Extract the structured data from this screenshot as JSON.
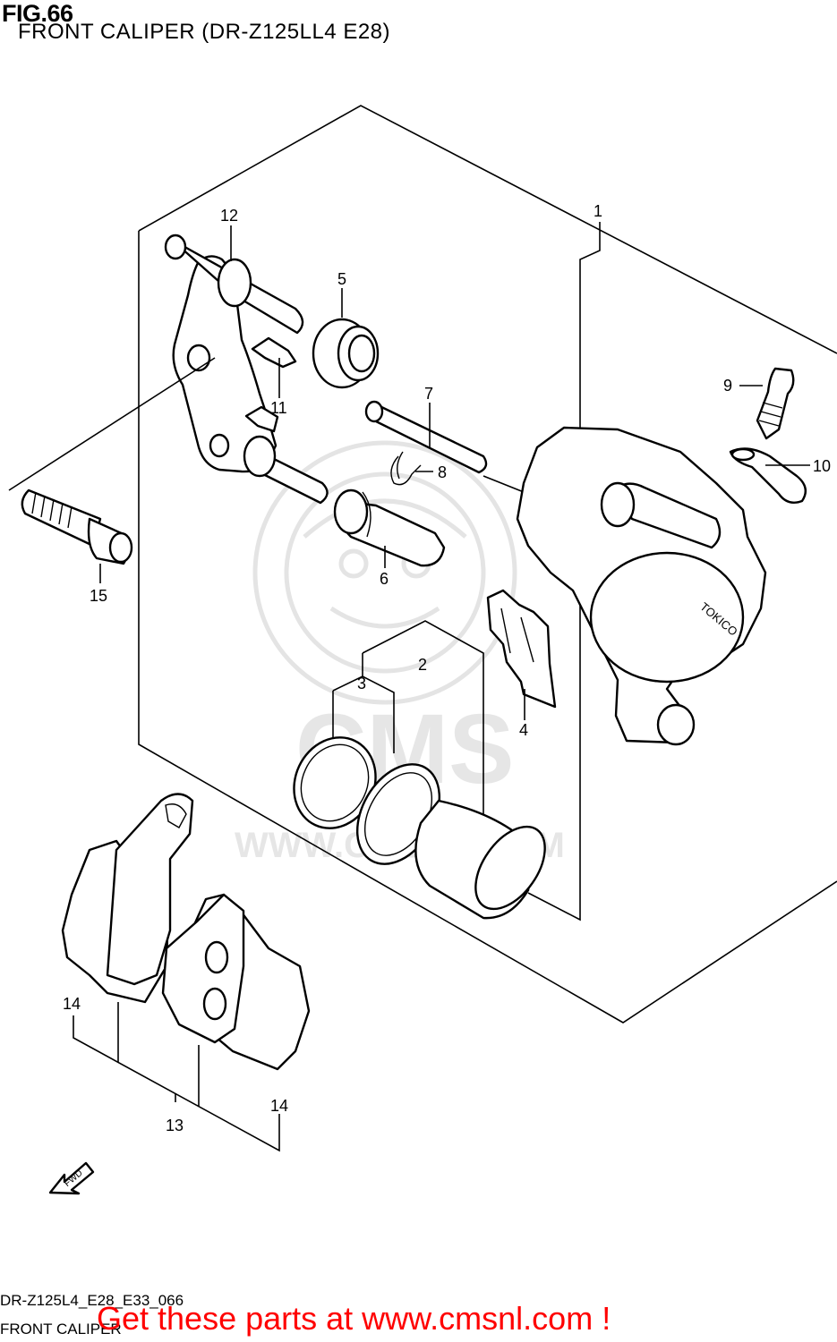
{
  "figure": {
    "number": "FIG.66",
    "title": "FRONT CALIPER (DR-Z125LL4 E28)"
  },
  "watermark": {
    "brand": "CMS",
    "url": "WWW.CMSNL.COM"
  },
  "brand_marking": "TOKICO",
  "direction_label": "FWD",
  "callouts": [
    "1",
    "2",
    "3",
    "4",
    "5",
    "6",
    "7",
    "8",
    "9",
    "10",
    "11",
    "12",
    "13",
    "14",
    "14",
    "15"
  ],
  "footer": {
    "code": "DR-Z125L4_E28_E33_066",
    "name": "FRONT CALIPER",
    "promo": "Get these parts at www.cmsnl.com !"
  },
  "colors": {
    "line": "#000000",
    "promo": "#ff0000",
    "watermark": "#e4e4e4"
  }
}
